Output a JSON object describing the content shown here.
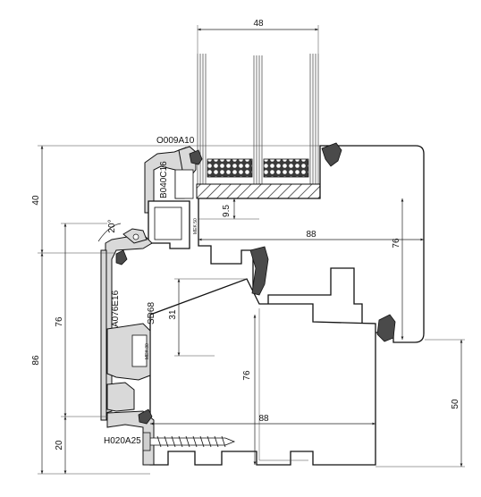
{
  "profile_codes": {
    "glazing_bead": "O009A10",
    "bead_profile": "B040C16",
    "sash_profile": "A076E16",
    "gasket": "SD68",
    "bottom_profile": "H020A25"
  },
  "small_labels": {
    "mek_upper": "MEK.50",
    "mek_lower": "MEK.30"
  },
  "dimensions": {
    "glass_width": "48",
    "left_upper": "40",
    "glass_rebate": "9.5",
    "angle": "20°",
    "frame_depth_upper": "88",
    "frame_height_right": "76",
    "sash_height": "76",
    "left_total": "86",
    "gasket_gap": "31",
    "frame_height_mid": "76",
    "frame_depth_lower": "88",
    "right_lower": "50",
    "left_lower": "20"
  },
  "colors": {
    "line": "#111111",
    "aluminium_fill": "#d9d9d9",
    "insulation_fill": "#4a4a4a"
  }
}
